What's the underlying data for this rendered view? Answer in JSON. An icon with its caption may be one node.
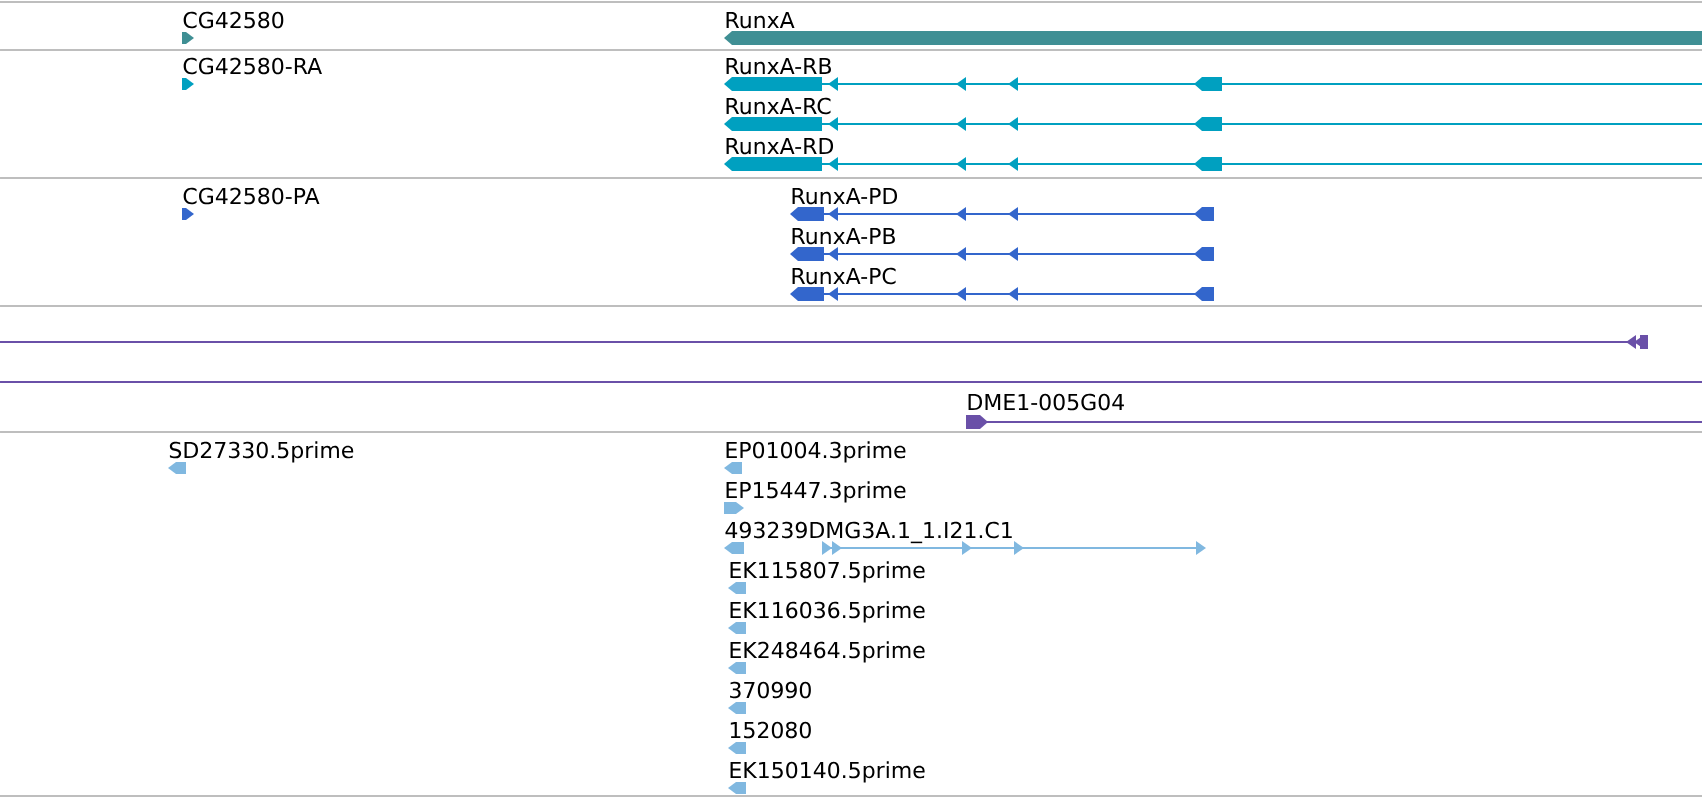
{
  "diagram": {
    "labels": [
      "CG42580",
      "RunxA",
      "CG42580-RA",
      "RunxA-RB",
      "RunxA-RC",
      "RunxA-RD",
      "CG42580-PA",
      "RunxA-PD",
      "RunxA-PB",
      "RunxA-PC",
      "DME1-005G04",
      "SD27330.5prime",
      "EP01004.3prime",
      "EP15447.3prime",
      "493239DMG3A.1_1.I21.C1",
      "EK115807.5prime",
      "EK116036.5prime",
      "EK248464.5prime",
      "370990",
      "152080",
      "EK150140.5prime"
    ]
  }
}
